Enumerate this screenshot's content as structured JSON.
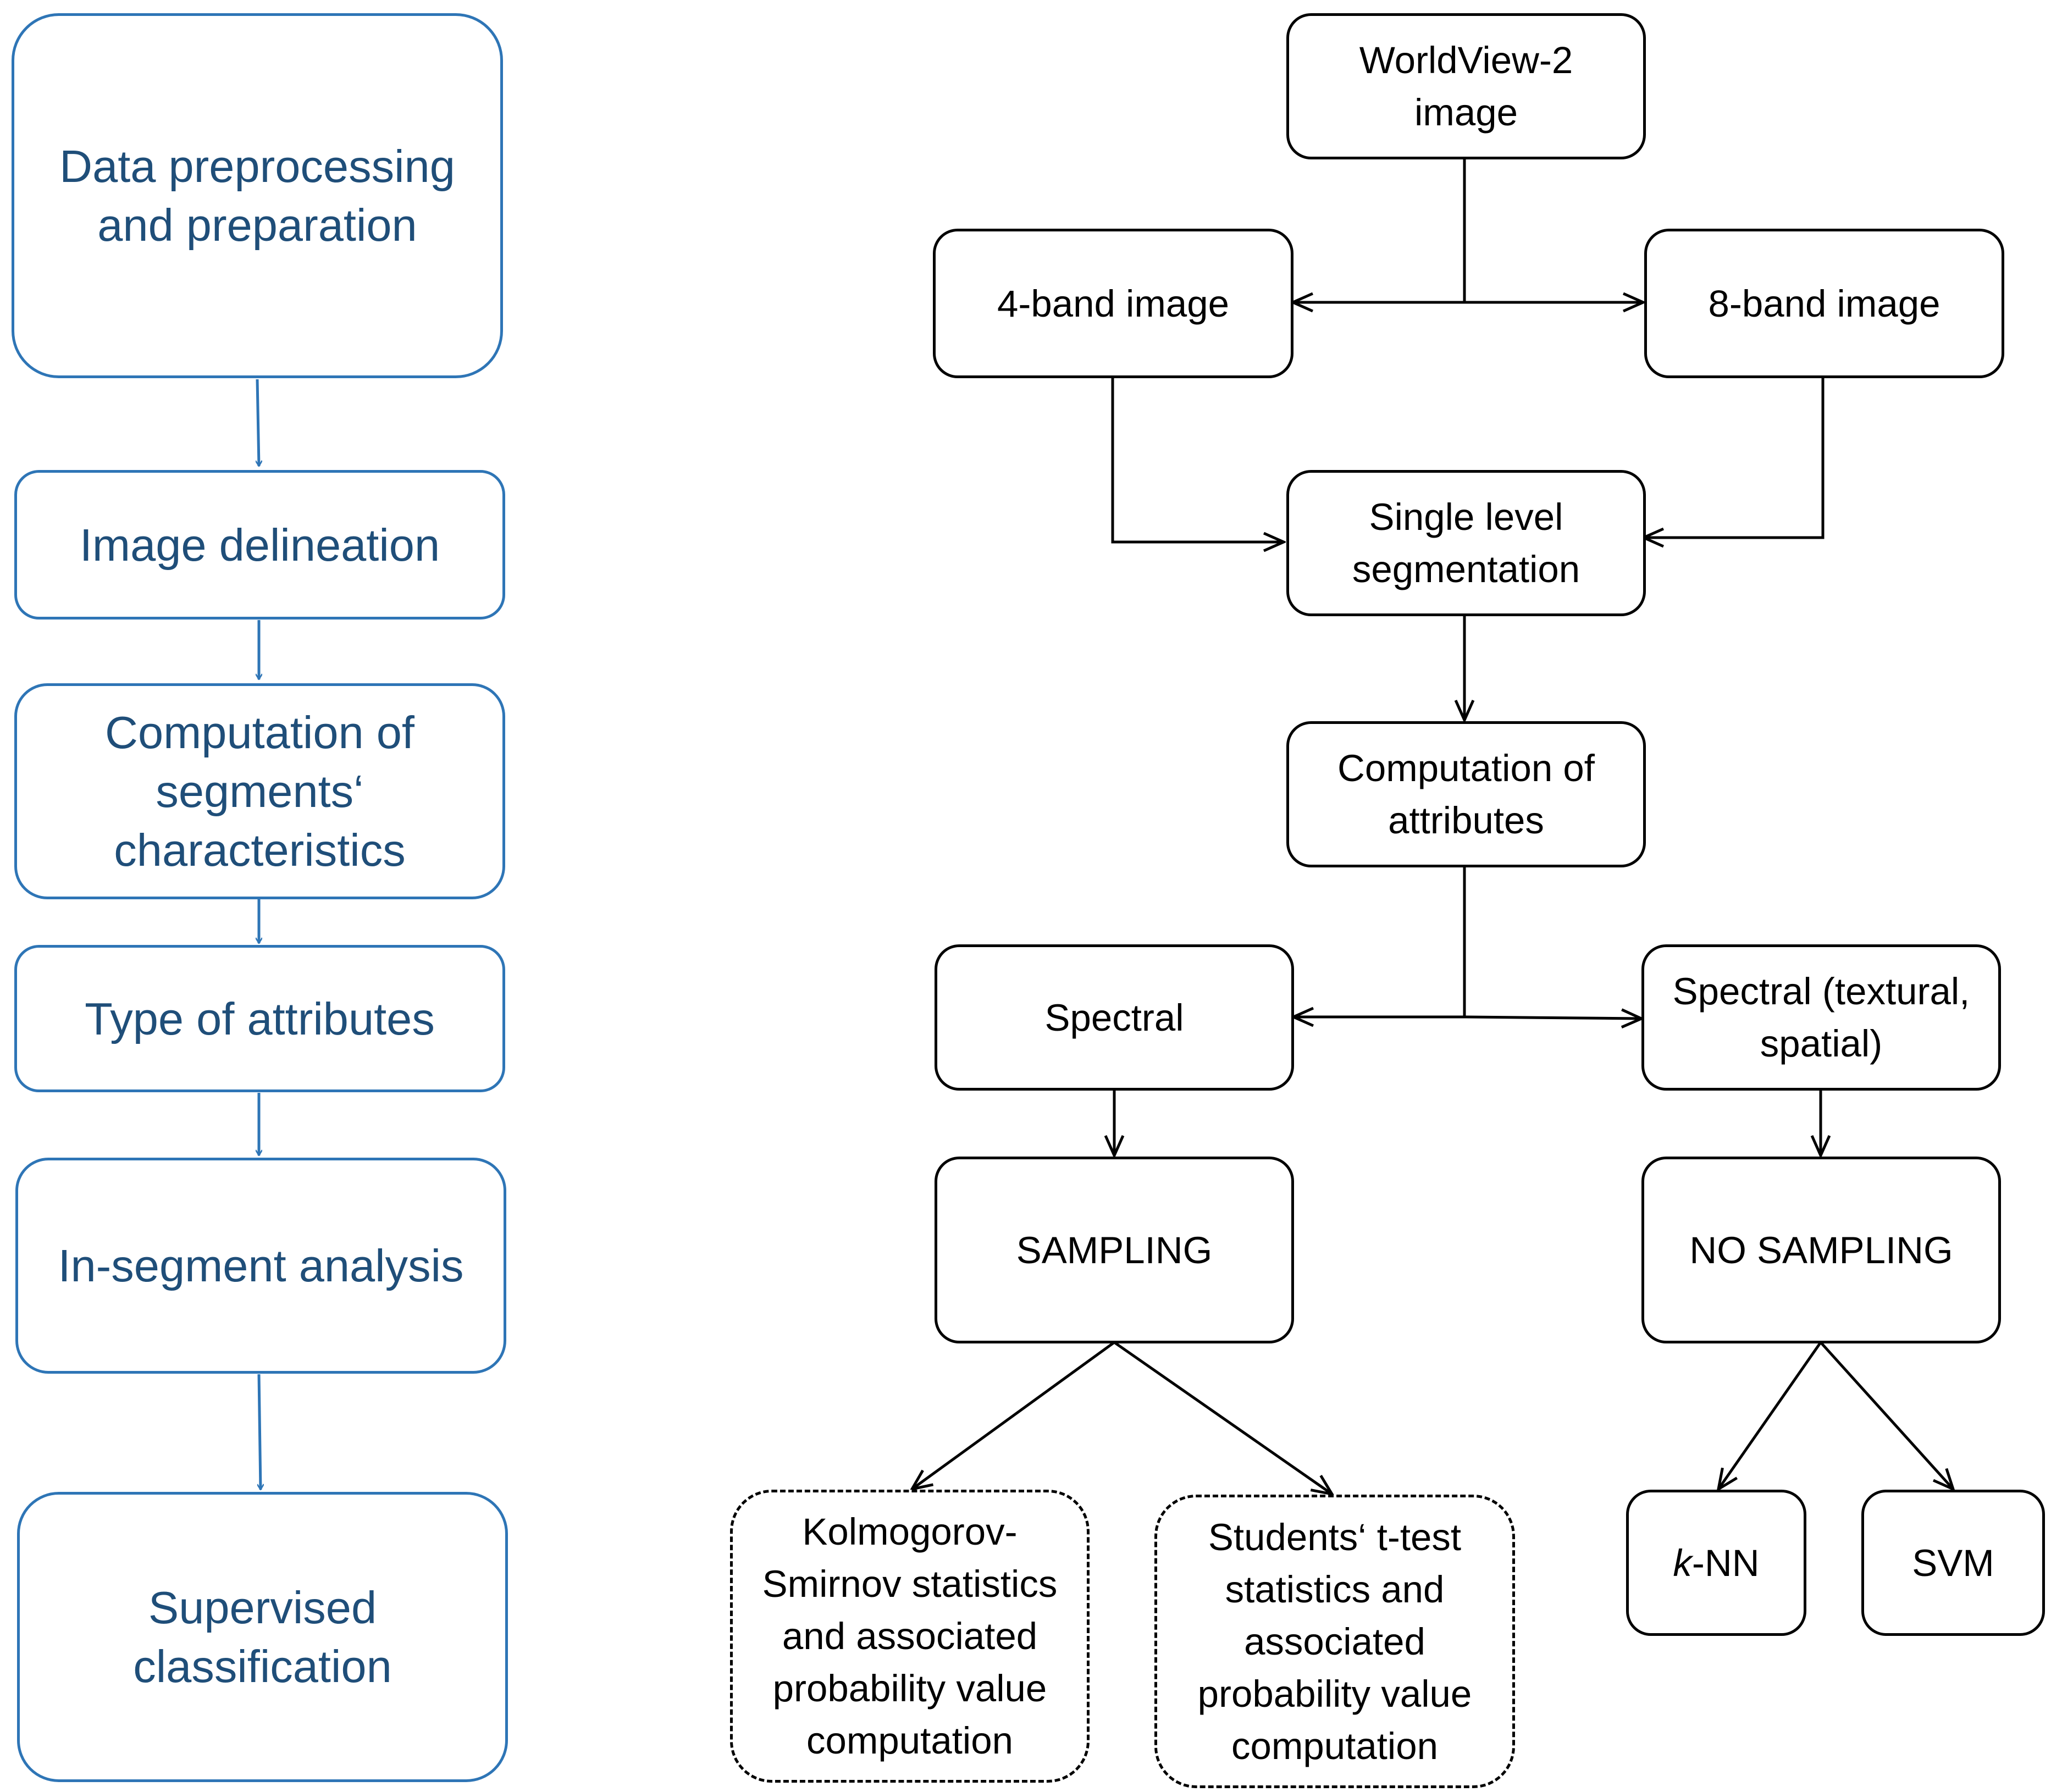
{
  "colors": {
    "stage_border": "#2e75b6",
    "stage_text": "#1f4e79",
    "flow_border": "#000000",
    "flow_text": "#000000"
  },
  "stages": [
    {
      "lines": [
        "Data preprocessing",
        "and preparation"
      ]
    },
    {
      "lines": [
        "Image delineation"
      ]
    },
    {
      "lines": [
        "Computation of",
        "segments‘",
        "characteristics"
      ]
    },
    {
      "lines": [
        "Type of attributes"
      ]
    },
    {
      "lines": [
        "In-segment analysis"
      ]
    },
    {
      "lines": [
        "Supervised",
        "classification"
      ]
    }
  ],
  "flow": {
    "worldview": {
      "lines": [
        "WorldView-2",
        "image"
      ]
    },
    "band4": {
      "lines": [
        "4-band image"
      ]
    },
    "band8": {
      "lines": [
        "8-band image"
      ]
    },
    "segmentation": {
      "lines": [
        "Single level",
        "segmentation"
      ]
    },
    "computation": {
      "lines": [
        "Computation of",
        "attributes"
      ]
    },
    "spectral": {
      "lines": [
        "Spectral"
      ]
    },
    "spectral_textural": {
      "lines": [
        "Spectral (textural,",
        "spatial)"
      ]
    },
    "sampling": {
      "lines": [
        "SAMPLING"
      ]
    },
    "no_sampling": {
      "lines": [
        "NO SAMPLING"
      ]
    },
    "ks": {
      "lines": [
        "Kolmogorov-",
        "Smirnov statistics",
        "and associated",
        "probability value",
        "computation"
      ]
    },
    "ttest": {
      "lines": [
        "Students‘ t-test",
        "statistics and",
        "associated",
        "probability value",
        "computation"
      ]
    },
    "knn": {
      "italic_prefix": "k",
      "suffix": "-NN"
    },
    "svm": {
      "lines": [
        "SVM"
      ]
    }
  }
}
